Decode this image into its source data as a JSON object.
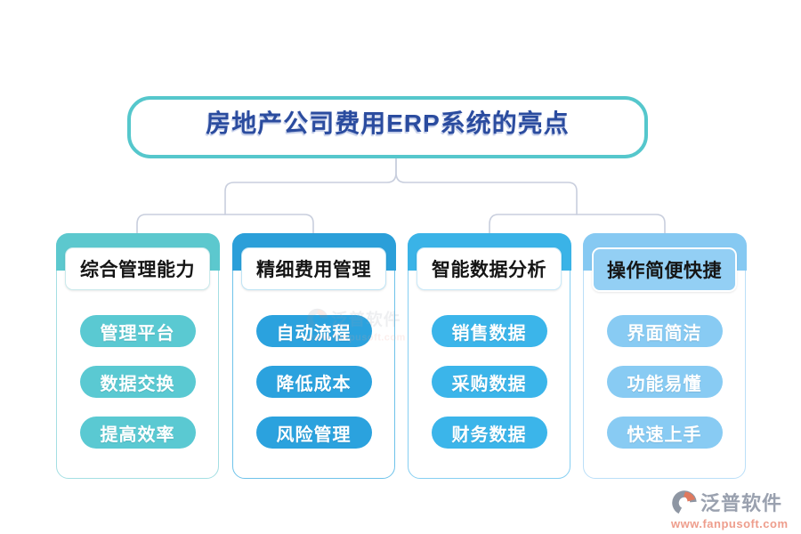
{
  "title": {
    "text": "房地产公司费用ERP系统的亮点"
  },
  "branches": [
    {
      "header": "综合管理能力",
      "items": [
        "管理平台",
        "数据交换",
        "提高效率"
      ],
      "colors": {
        "main": "#5CC8CE",
        "pill": "#5AC9D2",
        "border": "#A4DFE3",
        "box_bg": "#FFFFFF",
        "box_border": "1px solid #CBEAEC"
      }
    },
    {
      "header": "精细费用管理",
      "items": [
        "自动流程",
        "降低成本",
        "风险管理"
      ],
      "colors": {
        "main": "#2B9FD9",
        "pill": "#2BA2DE",
        "border": "#6FC3EA",
        "box_bg": "#FFFFFF",
        "box_border": "1px solid #BFE4F5"
      }
    },
    {
      "header": "智能数据分析",
      "items": [
        "销售数据",
        "采购数据",
        "财务数据"
      ],
      "colors": {
        "main": "#3AB3E7",
        "pill": "#3BB5EA",
        "border": "#86CFF2",
        "box_bg": "#FFFFFF",
        "box_border": "1px solid #C9E9F9"
      }
    },
    {
      "header": "操作简便快捷",
      "items": [
        "界面简洁",
        "功能易懂",
        "快速上手"
      ],
      "colors": {
        "main": "#86C9F2",
        "pill": "#88CBF3",
        "border": "#BBDFF8",
        "box_bg": "#93CFF4",
        "box_border": "2px solid #FFFFFF"
      }
    }
  ],
  "watermark": {
    "brand": "泛普软件",
    "url": "www.fanpusoft.com"
  },
  "colors": {
    "title_border": "#55C7CC",
    "title_text": "#2B4C9F",
    "connector": "#C8CEDD",
    "wm_gray": "#9AA1AF",
    "wm_orange": "#EE9D8C",
    "logo_gray": "#8E96A3",
    "logo_orange": "#E0795E"
  }
}
